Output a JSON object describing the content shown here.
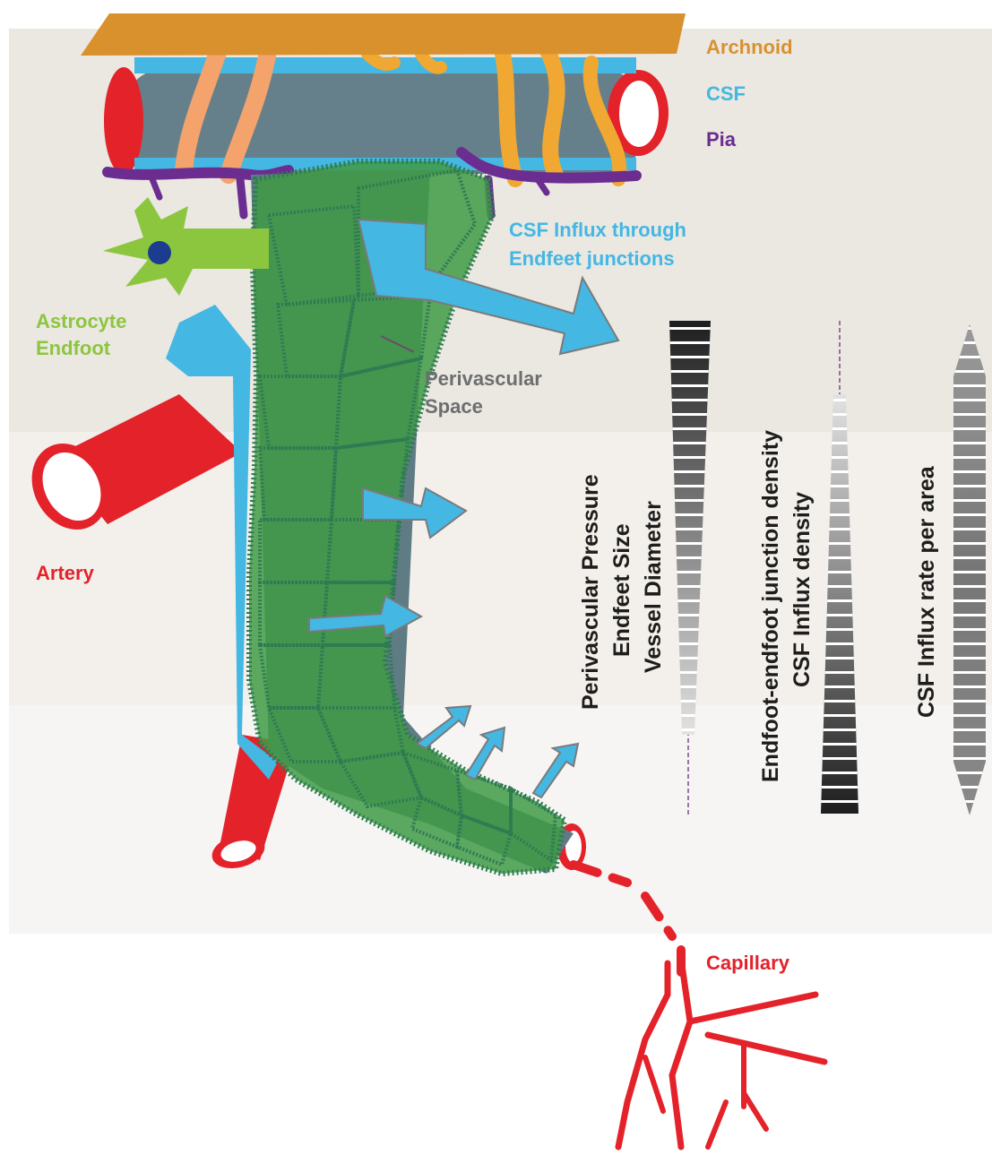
{
  "labels": {
    "arachnoid": "Archnoid",
    "csf": "CSF",
    "pia": "Pia",
    "csf_influx_line1": "CSF Influx through",
    "csf_influx_line2": "Endfeet junctions",
    "astrocyte_line1": "Astrocyte",
    "astrocyte_line2": "Endfoot",
    "perivascular_line1": "Perivascular",
    "perivascular_line2": "Space",
    "artery": "Artery",
    "capillary": "Capillary"
  },
  "scales": {
    "left": [
      "Perivascular Pressure",
      "Endfeet Size",
      "Vessel Diameter"
    ],
    "middle": [
      "Endfoot-endfoot junction density",
      "CSF Influx density"
    ],
    "right": [
      "CSF Influx rate per area"
    ]
  },
  "colors": {
    "arachnoid": "#d9912e",
    "csf": "#44b7e3",
    "pia": "#6b2d8f",
    "astrocyte": "#8cc63f",
    "endfeet": "#3f9b45",
    "artery": "#e3222a",
    "perivascular_text": "#6d6e70",
    "scale_text": "#1d1d1b"
  }
}
